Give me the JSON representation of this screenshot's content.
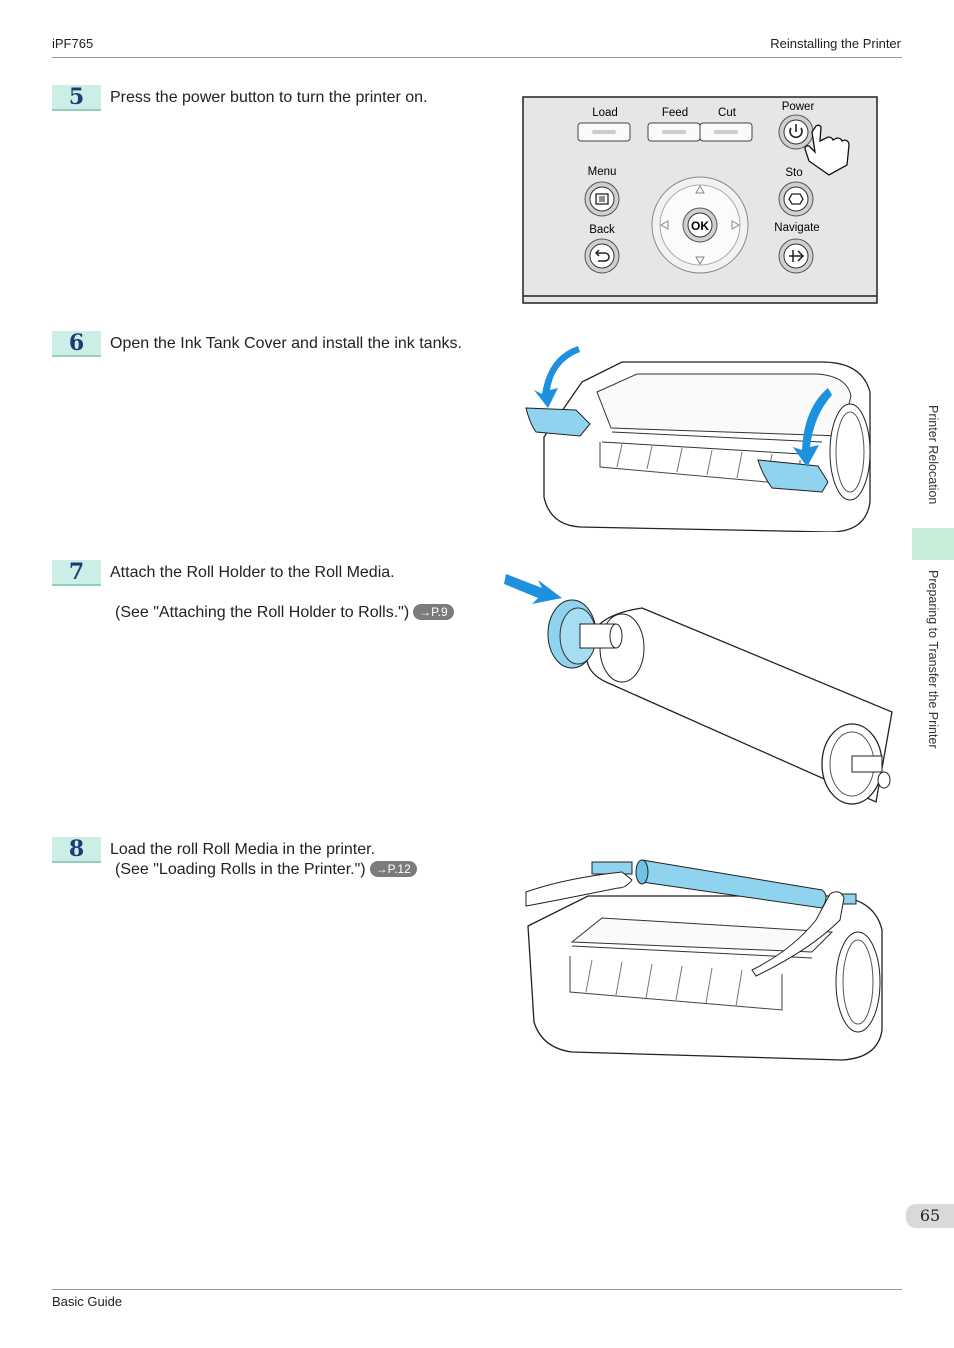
{
  "header": {
    "model": "iPF765",
    "section": "Reinstalling the Printer"
  },
  "steps": [
    {
      "num": "5",
      "text": "Press the power button to turn the printer on."
    },
    {
      "num": "6",
      "text": "Open the Ink Tank Cover and install the ink tanks."
    },
    {
      "num": "7",
      "text": "Attach the Roll Holder to the Roll Media.",
      "see": "(See \"Attaching the Roll Holder to Rolls.\")",
      "ref": "→P.9"
    },
    {
      "num": "8",
      "text": "Load the roll Roll Media in the printer.",
      "see": "(See \"Loading Rolls in the Printer.\")",
      "ref": "→P.12"
    }
  ],
  "panel": {
    "load": "Load",
    "feed": "Feed",
    "cut": "Cut",
    "power": "Power",
    "menu": "Menu",
    "stop": "Sto",
    "ok": "OK",
    "back": "Back",
    "navigate": "Navigate"
  },
  "side": {
    "tab1": "Printer Relocation",
    "tab2": "Preparing to Transfer the Printer"
  },
  "page_number": "65",
  "footer": "Basic Guide",
  "colors": {
    "accent": "#cdeee6",
    "badge_text": "#1a3b73",
    "highlight_blue": "#8fd3ee",
    "arrow_blue": "#1e90e0",
    "active_tab": "#c8ecd6"
  }
}
